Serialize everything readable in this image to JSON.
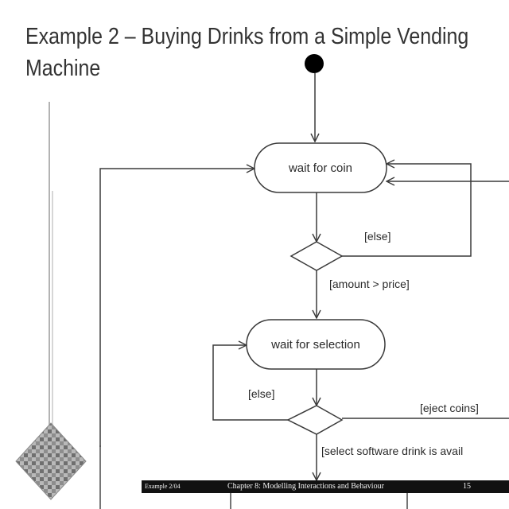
{
  "slide": {
    "title_line_1": "Example 2 – Buying Drinks from a Simple Vending",
    "title_line_2": "Machine"
  },
  "diagram": {
    "states": {
      "wait_for_coin": "wait for coin",
      "wait_for_selection": "wait for selection"
    },
    "guards": {
      "coin_else": "[else]",
      "amount_gt_price": "[amount > price]",
      "selection_else": "[else]",
      "eject_coins": "[eject coins]",
      "drink_available": "[select software drink is avail"
    }
  },
  "footer": {
    "left": "Example 2/04",
    "center": "Chapter 8: Modelling Interactions and Behaviour",
    "page": "15"
  },
  "colors": {
    "line": "#3a3a3a",
    "footer_bg": "#111111",
    "decoration": "#8a8a8a"
  }
}
